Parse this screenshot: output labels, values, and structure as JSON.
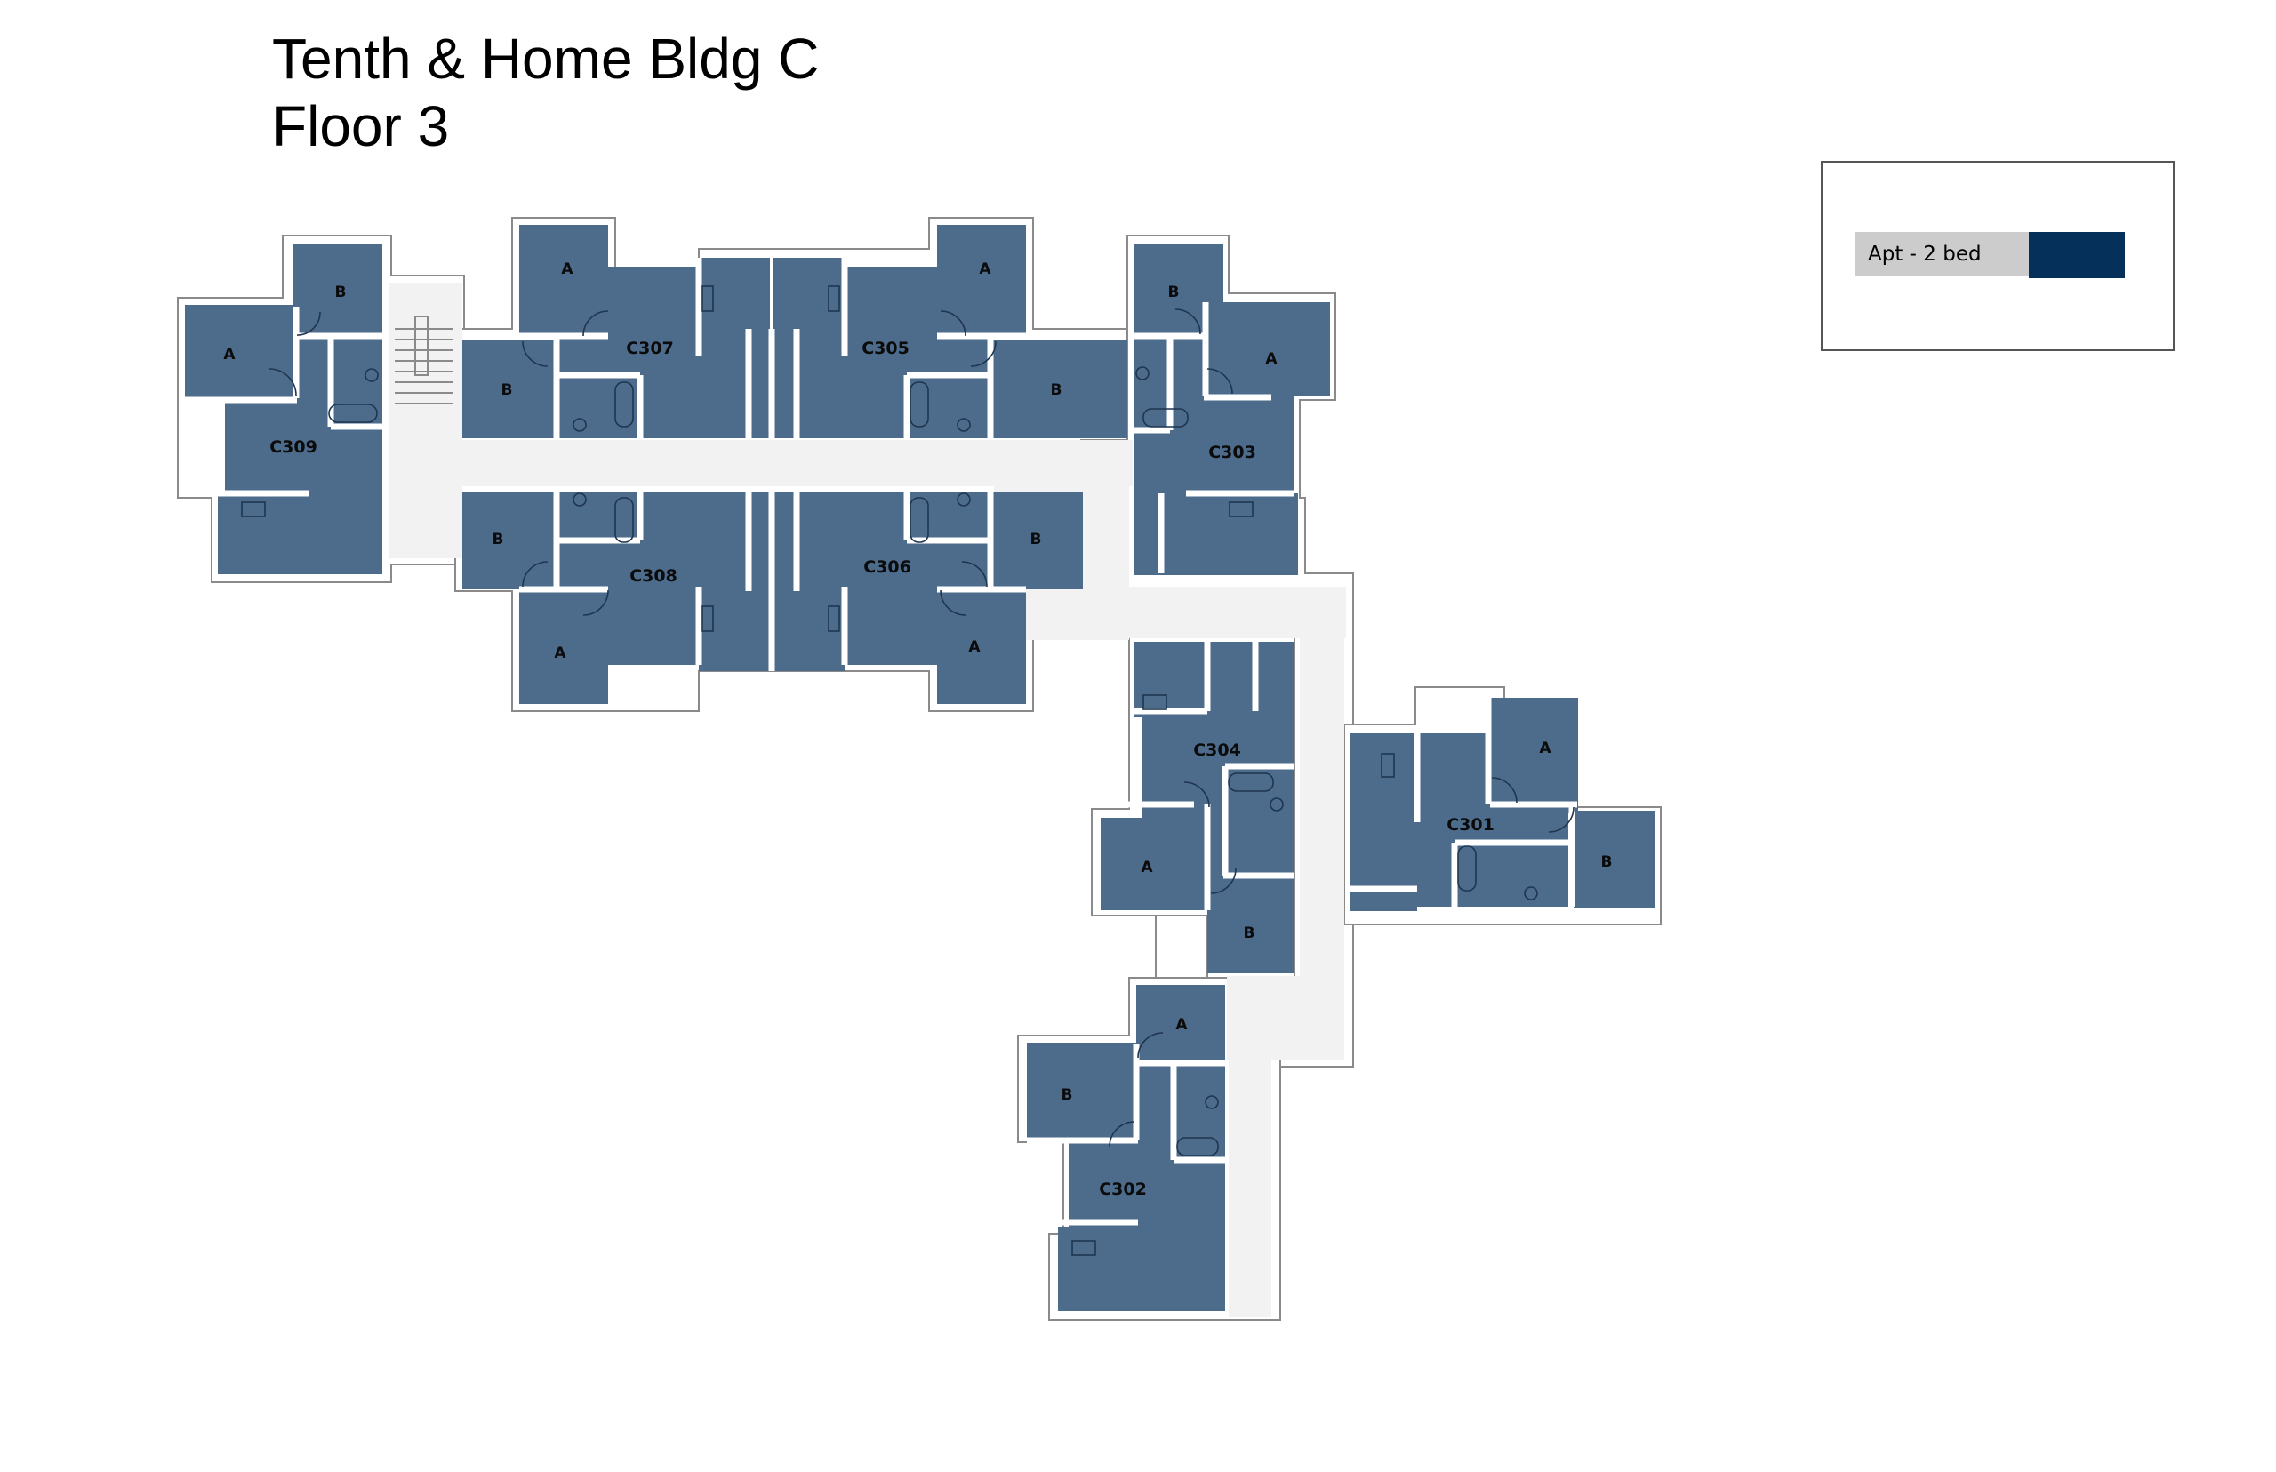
{
  "header": {
    "title_line1": "Tenth & Home Bldg C",
    "title_line2": "Floor 3"
  },
  "legend": {
    "items": [
      {
        "label": "Apt - 2 bed",
        "color": "#04305a"
      }
    ]
  },
  "colors": {
    "unit_fill": "#4d6b8b",
    "corridor_fill": "#f2f2f2",
    "legend_label_bg": "#cccccc",
    "legend_swatch": "#04305a"
  },
  "units": [
    {
      "id": "C309",
      "rooms": [
        "A",
        "B"
      ]
    },
    {
      "id": "C307",
      "rooms": [
        "A",
        "B"
      ]
    },
    {
      "id": "C305",
      "rooms": [
        "A",
        "B"
      ]
    },
    {
      "id": "C303",
      "rooms": [
        "A",
        "B"
      ]
    },
    {
      "id": "C308",
      "rooms": [
        "A",
        "B"
      ]
    },
    {
      "id": "C306",
      "rooms": [
        "A",
        "B"
      ]
    },
    {
      "id": "C304",
      "rooms": [
        "A",
        "B"
      ]
    },
    {
      "id": "C301",
      "rooms": [
        "A",
        "B"
      ]
    },
    {
      "id": "C302",
      "rooms": [
        "A",
        "B"
      ]
    }
  ]
}
